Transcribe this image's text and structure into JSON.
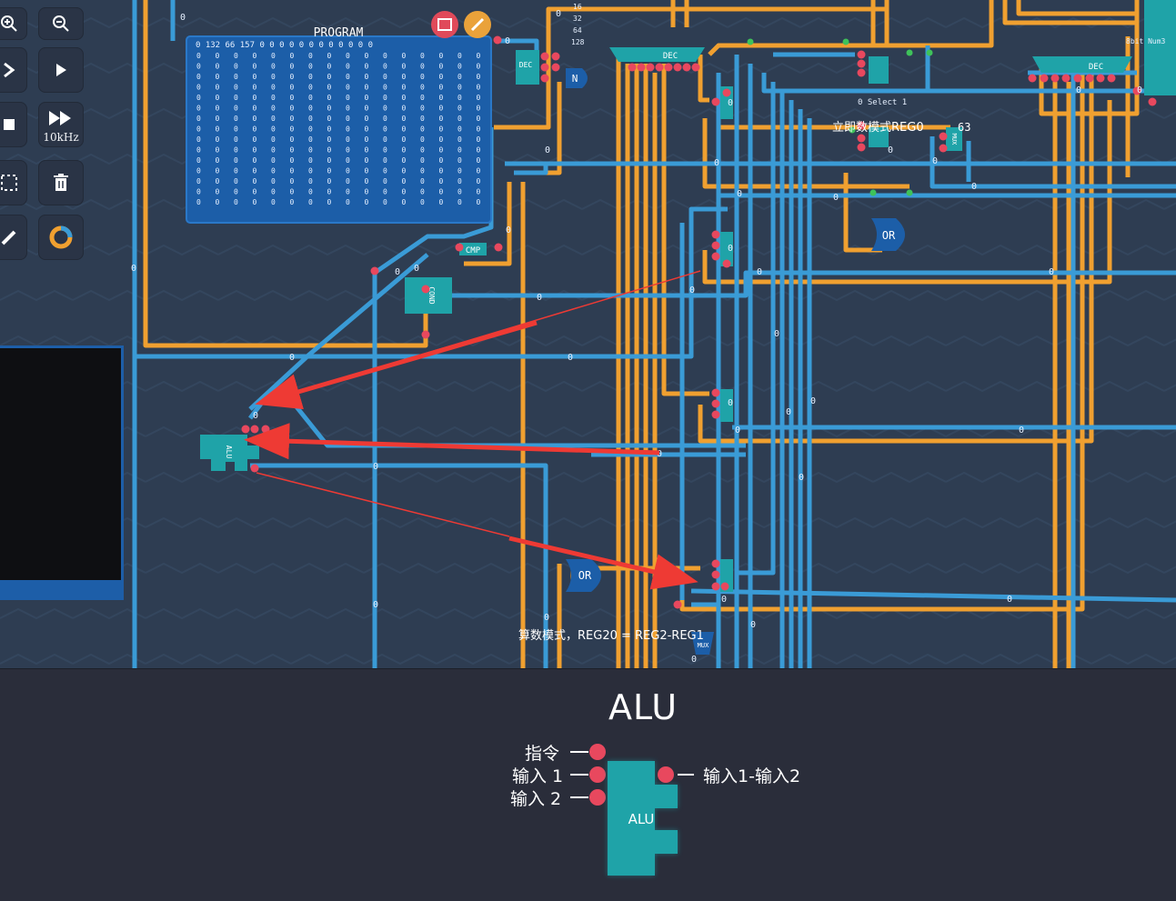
{
  "toolbar": {
    "speed_label": "10kHz",
    "icons": [
      "zoom-in-icon",
      "zoom-out-icon",
      "step-icon",
      "play-icon",
      "stop-icon",
      "fast-forward-icon",
      "select-icon",
      "delete-icon",
      "pencil-icon",
      "color-ring-icon"
    ]
  },
  "canvas": {
    "program_title": "PROGRAM",
    "program_header": "0 132 66 157 0 0 0 0 0 0 0 0 0 0 0 0",
    "program_cell": "0",
    "wire_value": "0",
    "dec_label": "DEC",
    "cond_label": "COND",
    "cmp_label": "CMP",
    "alu_label": "ALU",
    "or_label": "OR",
    "mux_label": "MUX",
    "n_label": "N",
    "select_label": "0 Select 1",
    "annotation_imm": "立即数模式REG0",
    "annotation_imm_value": "63",
    "annotation_arith": "算数模式，REG20 = REG2-REG1",
    "bit_labels": [
      "16",
      "32",
      "64",
      "128"
    ],
    "edge_label": "8bit Num3",
    "colors": {
      "background": "#2e3d52",
      "wire_blue": "#3a9bd6",
      "wire_orange": "#f0a030",
      "chip_teal": "#1fa3a8",
      "pin_red": "#e8485e",
      "arrow_red": "#ee3a34"
    }
  },
  "panel": {
    "component_title": "ALU",
    "chip_label": "ALU",
    "pins_in": [
      "指令",
      "输入 1",
      "输入 2"
    ],
    "pin_out": "输入1-输入2"
  }
}
